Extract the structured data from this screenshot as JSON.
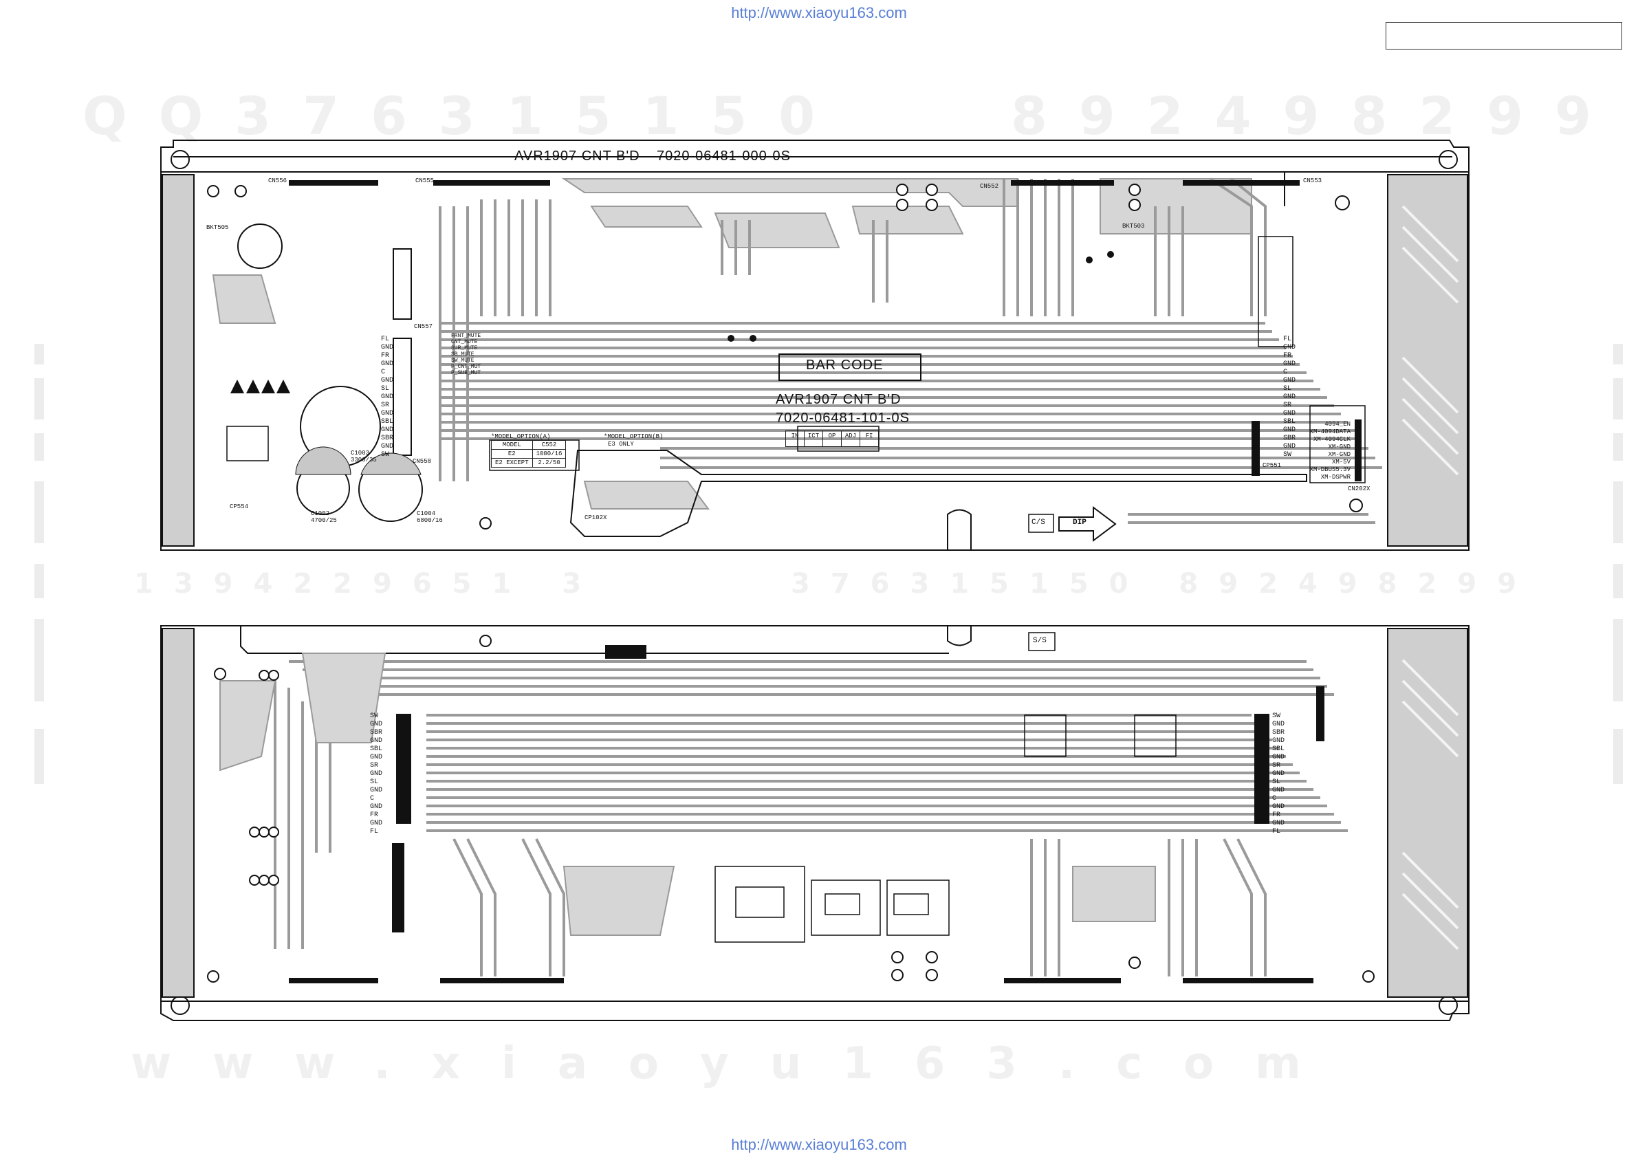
{
  "header_url": "http://www.xiaoyu163.com",
  "footer_url": "http://www.xiaoyu163.com",
  "watermarks": {
    "top_left": "QQ376315150",
    "top_right": "892498299",
    "middle_left": "1394229651 3",
    "middle_right": "376315150 892498299",
    "bottom": "www.xiaoyu163.com"
  },
  "top_board": {
    "board_name": "AVR1907 CNT B'D",
    "part_number": "7020-06481-000-0S",
    "barcode_label": "BAR CODE",
    "board_name_2": "AVR1907 CNT B'D",
    "part_number_2": "7020-06481-101-0S",
    "bracket_left": "BKT505",
    "bracket_right": "BKT503",
    "connectors": [
      "CN556",
      "CN555",
      "CN552",
      "CN553",
      "CN557",
      "CN558",
      "CP551",
      "CN202X",
      "CP554",
      "CP102X"
    ],
    "capacitors": [
      {
        "ref": "C1002",
        "value": "4700/25"
      },
      {
        "ref": "C1003",
        "value": "3300/35"
      },
      {
        "ref": "C1004",
        "value": "6800/16"
      }
    ],
    "model_option_a": {
      "title": "*MODEL_OPTION(A)",
      "headers": [
        "MODEL",
        "C552"
      ],
      "rows": [
        [
          "E2",
          "1000/16"
        ],
        [
          "E2 EXCEPT",
          "2.2/50"
        ]
      ]
    },
    "model_option_b": {
      "title": "*MODEL_OPTION(B)",
      "note": "E3 ONLY"
    },
    "stamp_boxes": [
      "IN",
      "ICT",
      "OP",
      "ADJ",
      "FI"
    ],
    "side_labels": [
      "C/S",
      "DIP"
    ],
    "left_pin_labels": [
      "FL",
      "GND",
      "FR",
      "GND",
      "C",
      "GND",
      "SL",
      "GND",
      "SR",
      "GND",
      "SBL",
      "GND",
      "SBR",
      "GND",
      "SW"
    ],
    "right_pin_labels": [
      "FL",
      "GND",
      "FR",
      "GND",
      "C",
      "GND",
      "SL",
      "GND",
      "SR",
      "GND",
      "SBL",
      "GND",
      "SBR",
      "GND",
      "SW"
    ],
    "xm_labels": [
      "4094_EN",
      "XM-4094DATA",
      "XM-4094CLK",
      "XM-GND",
      "XM-GND",
      "XM-5V",
      "XM-DBUS5.3V",
      "XM-DSPWR"
    ],
    "relay_labels": [
      "FRNT_MUTE",
      "CNT_MUTE",
      "SUR_MUTE",
      "SB_MUTE",
      "SW_MUTE",
      "P_CNT_MUT",
      "P_SUB_MUT"
    ]
  },
  "bottom_board": {
    "side_label": "S/S",
    "left_pin_labels": [
      "SW",
      "GND",
      "SBR",
      "GND",
      "SBL",
      "GND",
      "SR",
      "GND",
      "SL",
      "GND",
      "C",
      "GND",
      "FR",
      "GND",
      "FL"
    ],
    "right_pin_labels": [
      "SW",
      "GND",
      "SBR",
      "GND",
      "SBL",
      "GND",
      "SR",
      "GND",
      "SL",
      "GND",
      "C",
      "GND",
      "FR",
      "GND",
      "FL"
    ]
  },
  "title_box_text": "",
  "colors": {
    "trace": "#9a9a9a",
    "outline": "#111111",
    "heatsink": "#c8c8c8",
    "url": "#5a7fd6",
    "watermark": "#f0f0f0"
  }
}
